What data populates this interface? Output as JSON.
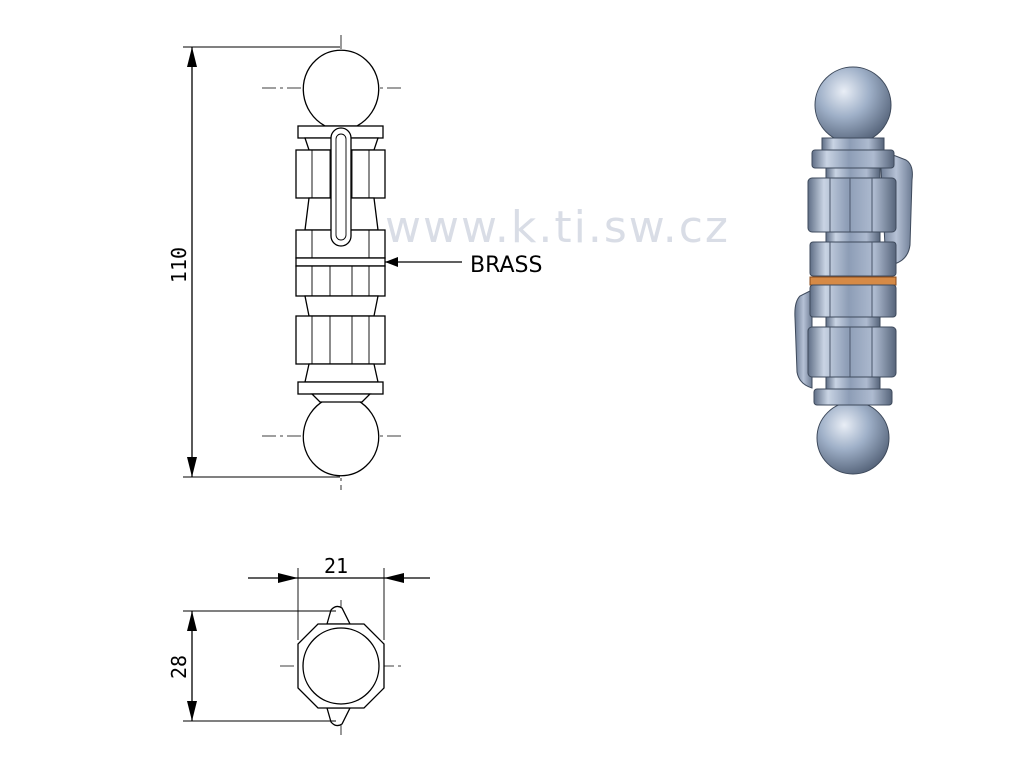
{
  "drawing": {
    "dimensions": {
      "height": "110",
      "width": "21",
      "depth": "28"
    },
    "callout": "BRASS",
    "watermark": "www.k.ti.sw.cz"
  },
  "colors": {
    "line": "#000000",
    "render_steel": "#8e9fb8",
    "render_steel_dark": "#5c6b82",
    "brass_ring": "#c8722e"
  }
}
